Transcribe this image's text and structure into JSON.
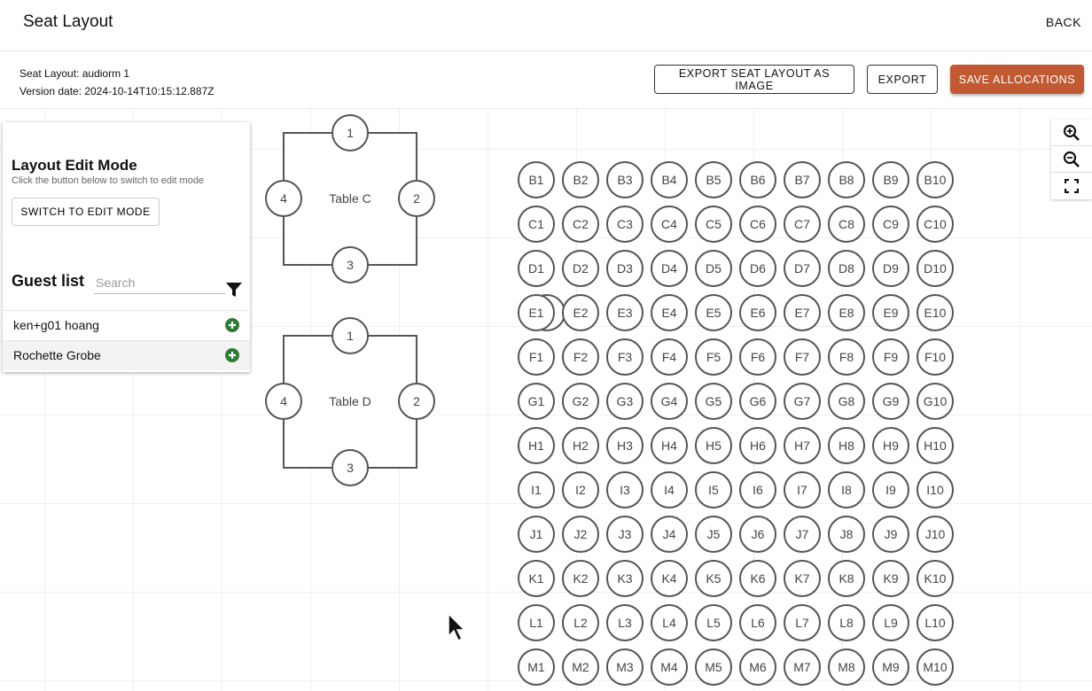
{
  "header": {
    "title": "Seat Layout",
    "back_label": "BACK"
  },
  "info": {
    "layout": "Seat Layout: audiorm 1",
    "version": "Version date: 2024-10-14T10:15:12.887Z"
  },
  "toolbar": {
    "export_image": "EXPORT SEAT LAYOUT AS IMAGE",
    "export": "EXPORT",
    "save": "SAVE ALLOCATIONS"
  },
  "panel": {
    "title": "Layout Edit Mode",
    "subtitle": "Click the button below to switch to edit mode",
    "edit_button": "SWITCH TO EDIT MODE",
    "guest_title": "Guest list",
    "search_placeholder": "Search",
    "guests": [
      "ken+g01 hoang",
      "Rochette Grobe"
    ]
  },
  "tables": [
    {
      "name": "Table C",
      "seats": [
        "1",
        "2",
        "3",
        "4"
      ]
    },
    {
      "name": "Table D",
      "seats": [
        "1",
        "2",
        "3",
        "4"
      ]
    }
  ],
  "seat_rows": [
    "B",
    "C",
    "D",
    "E",
    "F",
    "G",
    "H",
    "I",
    "J",
    "K",
    "L",
    "M"
  ],
  "seats_per_row": 10,
  "colors": {
    "accent": "#c15a33",
    "add": "#2e7d32"
  }
}
